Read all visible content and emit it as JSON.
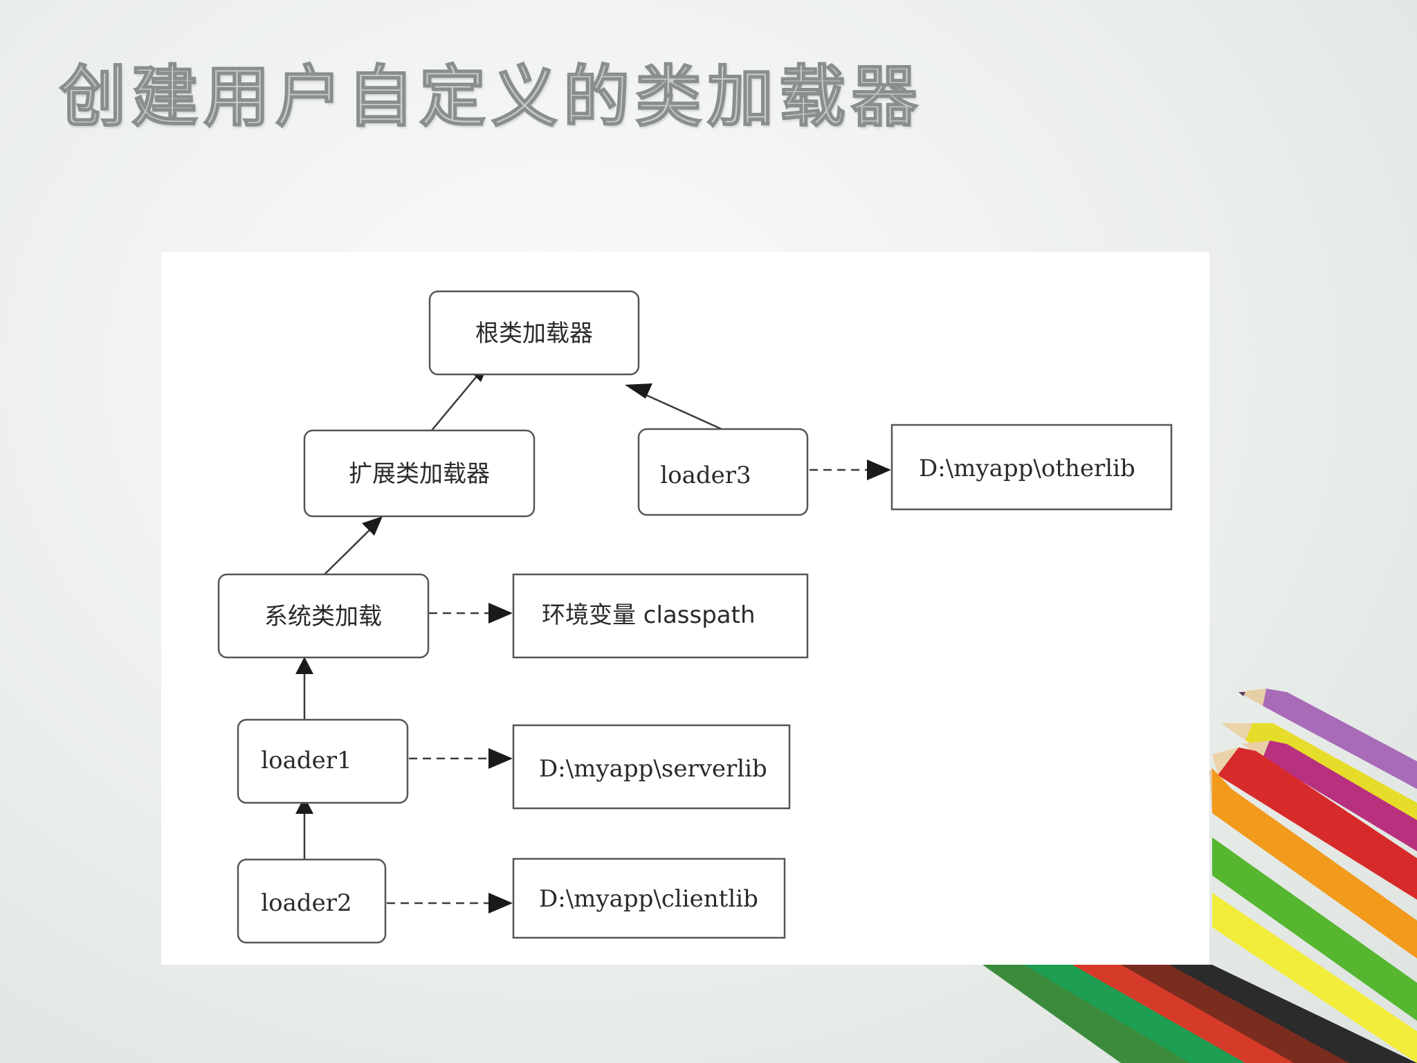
{
  "slide": {
    "title": "创建用户自定义的类加载器"
  },
  "diagram": {
    "nodes": {
      "bootstrap": "根类加载器",
      "extension": "扩展类加载器",
      "system": "系统类加载",
      "loader1": "loader1",
      "loader2": "loader2",
      "loader3": "loader3",
      "classpath": "环境变量 classpath",
      "serverlib": "D:\\myapp\\serverlib",
      "clientlib": "D:\\myapp\\clientlib",
      "otherlib": "D:\\myapp\\otherlib"
    },
    "edges": [
      {
        "from": "extension",
        "to": "bootstrap",
        "style": "solid"
      },
      {
        "from": "loader3",
        "to": "bootstrap",
        "style": "solid"
      },
      {
        "from": "system",
        "to": "extension",
        "style": "solid"
      },
      {
        "from": "loader1",
        "to": "system",
        "style": "solid"
      },
      {
        "from": "loader2",
        "to": "loader1",
        "style": "solid"
      },
      {
        "from": "loader3",
        "to": "otherlib",
        "style": "dashed"
      },
      {
        "from": "system",
        "to": "classpath",
        "style": "dashed"
      },
      {
        "from": "loader1",
        "to": "serverlib",
        "style": "dashed"
      },
      {
        "from": "loader2",
        "to": "clientlib",
        "style": "dashed"
      }
    ]
  },
  "colors": {
    "background": "#eef1ef",
    "panel": "#ffffff",
    "title_fill": "#c9cdcb",
    "title_stroke": "#8a8f8c",
    "box_stroke": "#555555",
    "arrow": "#1a1a1a"
  }
}
